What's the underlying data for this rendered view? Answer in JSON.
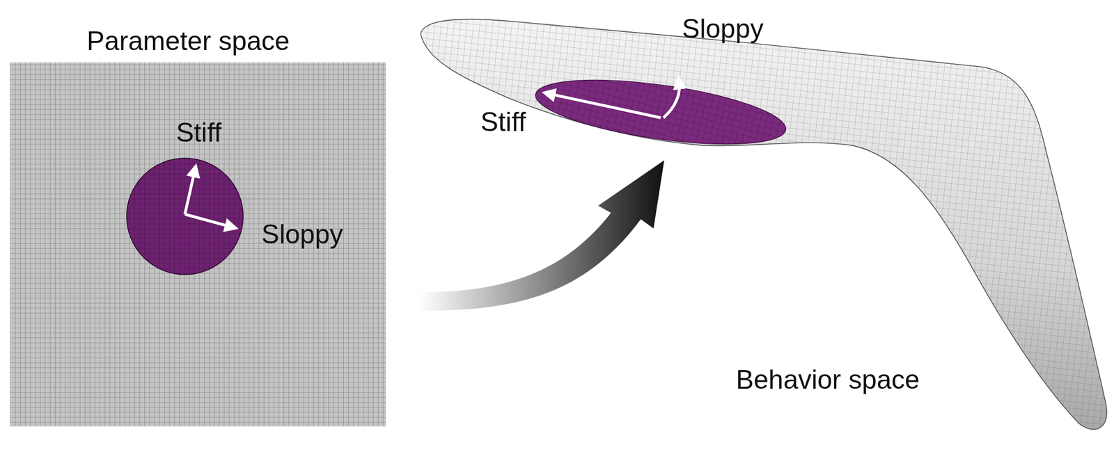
{
  "diagram": {
    "labels": [
      "Parameter space",
      "Stiff",
      "Sloppy",
      "Sloppy",
      "Stiff",
      "Behavior space"
    ]
  }
}
